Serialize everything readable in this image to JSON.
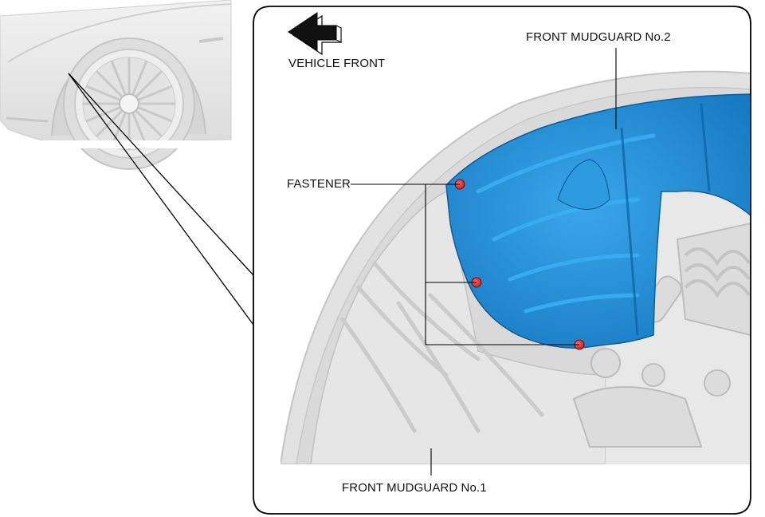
{
  "labels": {
    "vehicle_front": "VEHICLE FRONT",
    "mudguard_no2": "FRONT MUDGUARD No.2",
    "fastener": "FASTENER",
    "mudguard_no1": "FRONT MUDGUARD No.1"
  },
  "colors": {
    "mudguard_no2": "#1f8fd6",
    "fastener": "#d42a2a",
    "body_panel": "#e9e9e9",
    "outline": "#000000"
  },
  "icons": {
    "direction_arrow": "arrow-left-3d-icon"
  }
}
